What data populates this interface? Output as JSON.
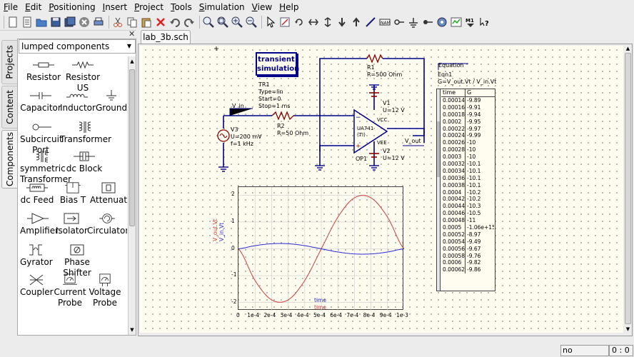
{
  "menu": [
    "File",
    "Edit",
    "Positioning",
    "Insert",
    "Project",
    "Tools",
    "Simulation",
    "View",
    "Help"
  ],
  "menu_mnemonics": [
    "F",
    "E",
    "P",
    "I",
    "P",
    "T",
    "S",
    "V",
    "H"
  ],
  "toolbar_icons": [
    "new-icon",
    "new-text-icon",
    "open-icon",
    "save-icon",
    "save-all-icon",
    "close-icon",
    "print-icon",
    "cut-icon",
    "copy-icon",
    "paste-icon",
    "delete-icon",
    "undo-icon",
    "redo-icon",
    "select-icon",
    "deactivate-icon",
    "rotate-icon",
    "mirror-x-icon",
    "mirror-y-icon",
    "enter-subcircuit-icon",
    "exit-subcircuit-icon",
    "wire-icon",
    "label-icon",
    "port-icon",
    "ground-icon",
    "equation-icon",
    "simulate-icon",
    "dpl-sch-icon",
    "marker-icon",
    "whats-this-icon"
  ],
  "zoom_icons": [
    "zoom-fit-icon",
    "zoom-selection-icon",
    "zoom-in-icon",
    "zoom-out-icon"
  ],
  "dock": {
    "tabs": [
      "Projects",
      "Content",
      "Components"
    ],
    "active_tab": "Components",
    "category": "lumped components",
    "components": [
      {
        "label": "Resistor",
        "icon": "resistor-icon"
      },
      {
        "label": "Resistor US",
        "icon": "resistor-us-icon"
      },
      {
        "label": "Capacitor",
        "icon": "capacitor-icon"
      },
      {
        "label": "Inductor",
        "icon": "inductor-icon"
      },
      {
        "label": "Ground",
        "icon": "ground-icon"
      },
      {
        "label": "Subcircuit Port",
        "icon": "subcircuit-port-icon"
      },
      {
        "label": "Transformer",
        "icon": "transformer-icon"
      },
      {
        "label": "symmetric Transformer",
        "icon": "symmetric-transformer-icon"
      },
      {
        "label": "dc Block",
        "icon": "dc-block-icon"
      },
      {
        "label": "dc Feed",
        "icon": "dc-feed-icon"
      },
      {
        "label": "Bias T",
        "icon": "bias-t-icon"
      },
      {
        "label": "Attenuator",
        "icon": "attenuator-icon"
      },
      {
        "label": "Amplifier",
        "icon": "amplifier-icon"
      },
      {
        "label": "Isolator",
        "icon": "isolator-icon"
      },
      {
        "label": "Circulator",
        "icon": "circulator-icon"
      },
      {
        "label": "Gyrator",
        "icon": "gyrator-icon"
      },
      {
        "label": "Phase Shifter",
        "icon": "phase-shifter-icon"
      },
      {
        "label": "Coupler",
        "icon": "coupler-icon"
      },
      {
        "label": "Current Probe",
        "icon": "current-probe-icon"
      },
      {
        "label": "Voltage Probe",
        "icon": "voltage-probe-icon"
      }
    ]
  },
  "document": {
    "tab": "lab_3b.sch",
    "sim": {
      "title": "transient simulation",
      "name": "TR1",
      "type": "Type=lin",
      "start": "Start=0",
      "stop": "Stop=1 ms"
    },
    "r1": {
      "name": "R1",
      "value": "R=500 Ohm"
    },
    "r2": {
      "name": "R2",
      "value": "R=50 Ohm"
    },
    "v1": {
      "name": "V1",
      "value": "U=12 V"
    },
    "v2": {
      "name": "V2",
      "value": "U=12 V"
    },
    "v3": {
      "name": "V3",
      "u": "U=200 mV",
      "f": "f=1 kHz"
    },
    "opamp": {
      "model": "UA741",
      "sub": "(TI)",
      "vcc": "VCC",
      "vee": "VEE",
      "name": "OP1"
    },
    "labels": {
      "vin": "V_in",
      "vout": "V_out"
    },
    "equation": {
      "title": "Equation",
      "name": "Eqn1",
      "expr": "G=V_out.Vt / V_in.Vt"
    },
    "table": {
      "headers": [
        "time",
        "G"
      ],
      "rows": [
        [
          "0.00014",
          "-9.89"
        ],
        [
          "0.00016",
          "-9.91"
        ],
        [
          "0.00018",
          "-9.94"
        ],
        [
          "0.0002",
          "-9.95"
        ],
        [
          "0.00022",
          "-9.97"
        ],
        [
          "0.00024",
          "-9.99"
        ],
        [
          "0.00026",
          "-10"
        ],
        [
          "0.00028",
          "-10"
        ],
        [
          "0.0003",
          "-10"
        ],
        [
          "0.00032",
          "-10.1"
        ],
        [
          "0.00034",
          "-10.1"
        ],
        [
          "0.00036",
          "-10.1"
        ],
        [
          "0.00038",
          "-10.1"
        ],
        [
          "0.0004",
          "-10.2"
        ],
        [
          "0.00042",
          "-10.2"
        ],
        [
          "0.00044",
          "-10.3"
        ],
        [
          "0.00046",
          "-10.5"
        ],
        [
          "0.00048",
          "-11"
        ],
        [
          "0.0005",
          "-1.06e+15"
        ],
        [
          "0.00052",
          "-8.97"
        ],
        [
          "0.00054",
          "-9.49"
        ],
        [
          "0.00056",
          "-9.67"
        ],
        [
          "0.00058",
          "-9.76"
        ],
        [
          "0.0006",
          "-9.82"
        ],
        [
          "0.00062",
          "-9.86"
        ]
      ]
    },
    "plot": {
      "y_ticks": [
        "2",
        "1",
        "0",
        "-1",
        "-2"
      ],
      "x_ticks": [
        "0",
        "1e-4",
        "2e-4",
        "3e-4",
        "4e-4",
        "5e-4",
        "6e-4",
        "7e-4",
        "8e-4",
        "9e-4",
        "1e-3"
      ],
      "y_label_1": "V_out.Vt",
      "y_label_2": "V_in.Vt",
      "x_label_1": "time",
      "x_label_2": "time"
    }
  },
  "chart_data": {
    "type": "line",
    "xlabel": "time",
    "ylabel": "V_out.Vt, V_in.Vt",
    "xlim": [
      0,
      0.001
    ],
    "ylim": [
      -2.3,
      2.3
    ],
    "grid": true,
    "x": [
      0,
      0.0001,
      0.0002,
      0.0003,
      0.0004,
      0.0005,
      0.0006,
      0.0007,
      0.0008,
      0.0009,
      0.001
    ],
    "series": [
      {
        "name": "V_out.Vt",
        "color": "#d43b3b",
        "values": [
          0,
          -1.18,
          -1.9,
          -1.9,
          -1.18,
          0,
          1.18,
          1.9,
          1.9,
          1.18,
          0
        ]
      },
      {
        "name": "V_in.Vt",
        "color": "#2a2ad0",
        "values": [
          0,
          0.118,
          0.19,
          0.19,
          0.118,
          0,
          -0.118,
          -0.19,
          -0.19,
          -0.118,
          0
        ]
      }
    ]
  },
  "status": {
    "warnings": "no warnings",
    "position": "0 : 0"
  }
}
